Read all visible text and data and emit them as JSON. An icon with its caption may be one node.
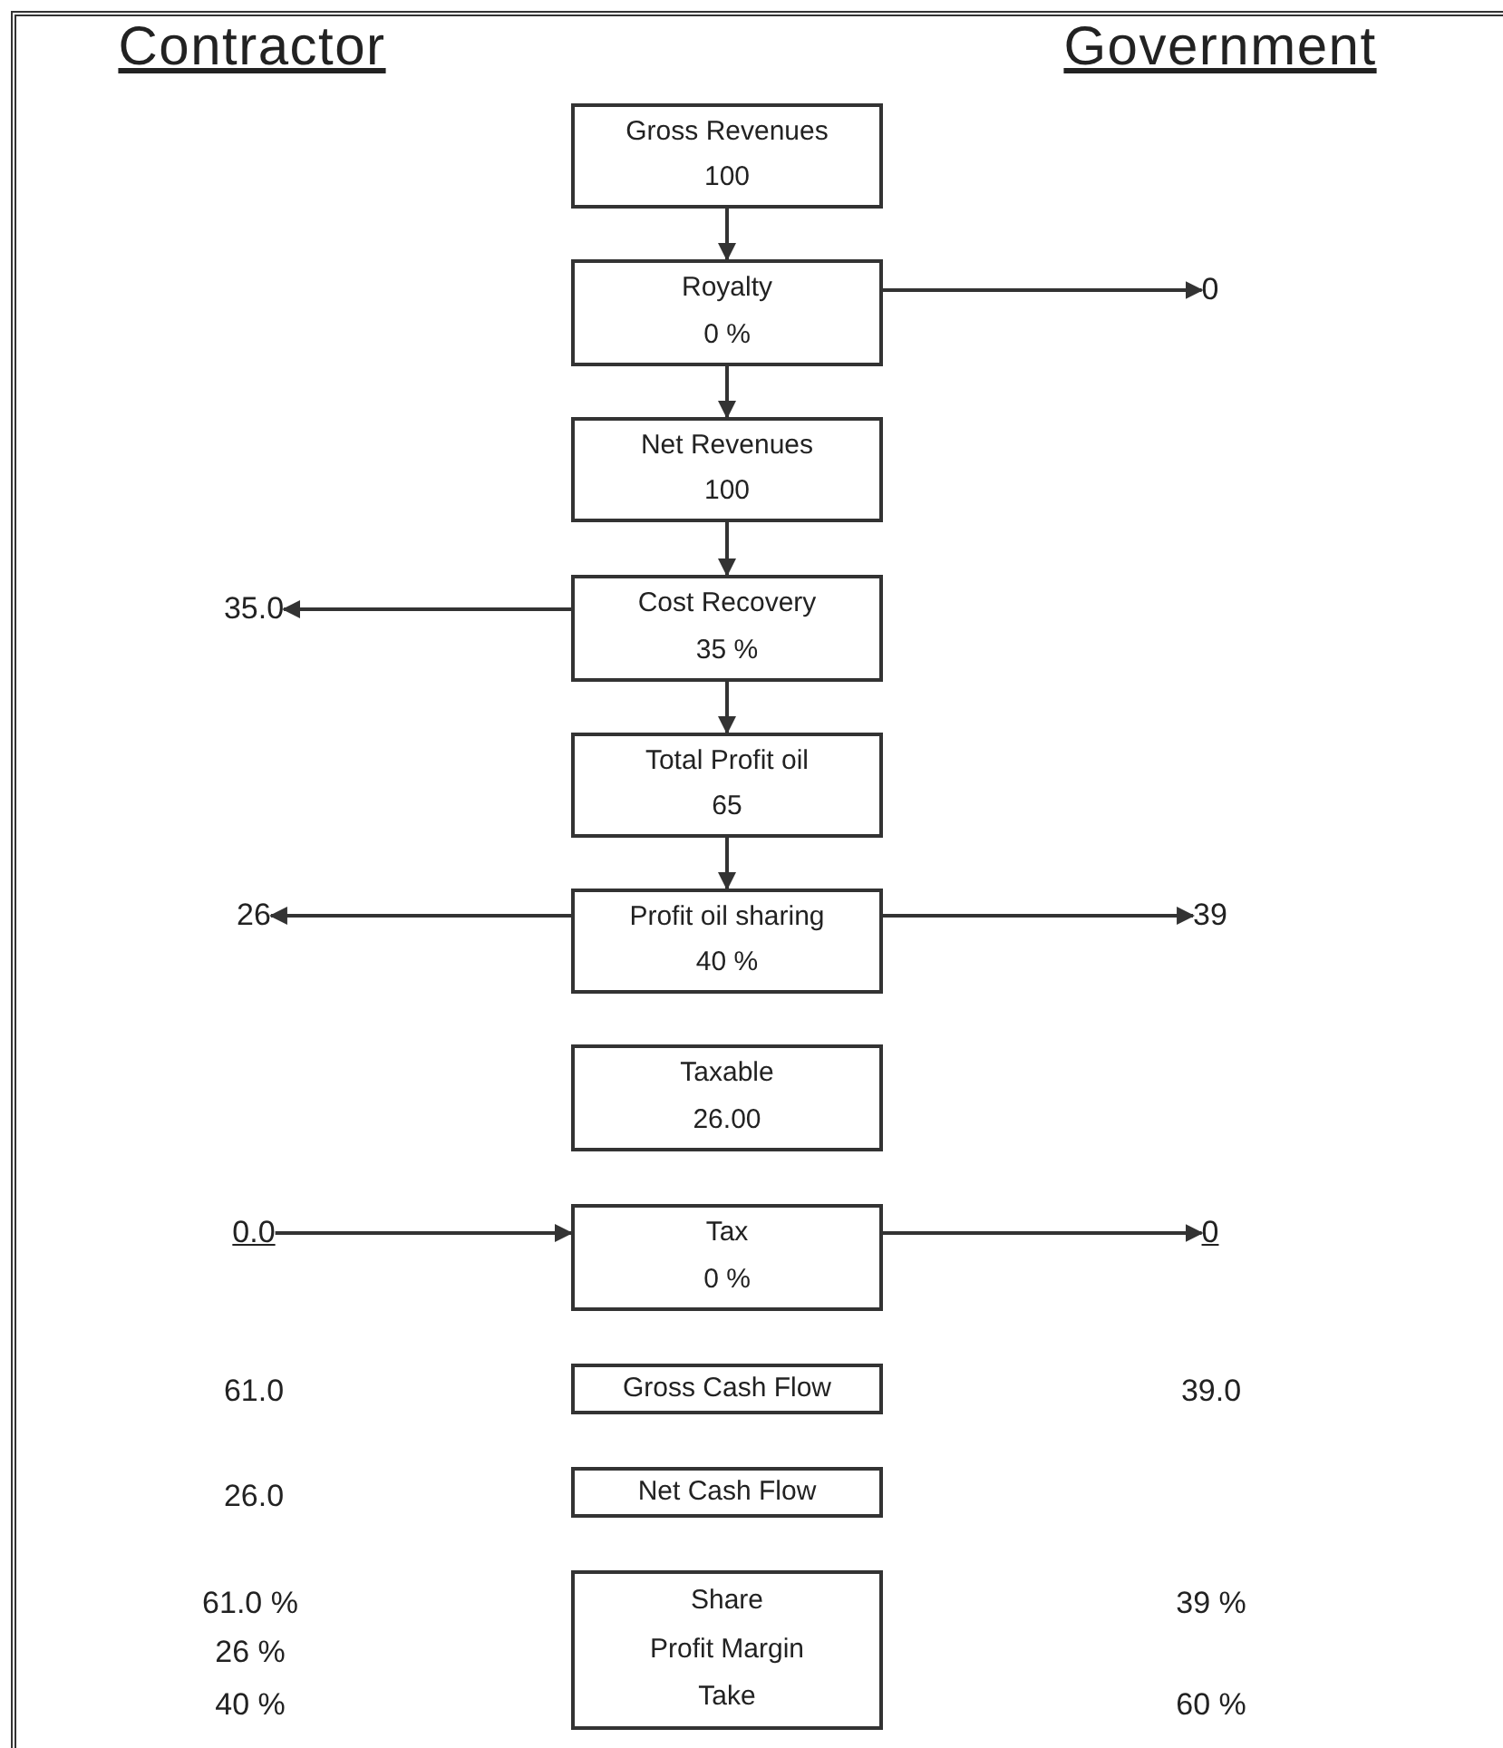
{
  "diagram": {
    "nodes": [
      {
        "text": [
          "Gross Revenues",
          "100"
        ]
      },
      {
        "text": [
          "Royalty",
          "0 %"
        ]
      },
      {
        "text": [
          "Net Revenues",
          "100"
        ]
      },
      {
        "text": [
          "Cost Recovery",
          "35 %"
        ]
      },
      {
        "text": [
          "Total Profit oil",
          "65"
        ]
      },
      {
        "text": [
          "Profit oil sharing",
          "40 %"
        ]
      },
      {
        "text": [
          "Taxable",
          "26.00"
        ]
      },
      {
        "text": [
          "Tax",
          "0 %"
        ]
      },
      {
        "text": [
          "Gross Cash Flow"
        ]
      },
      {
        "text": [
          "Net Cash Flow"
        ]
      },
      {
        "text": [
          "Share",
          "Profit Margin",
          "Take"
        ]
      },
      {
        "text": [
          "0"
        ]
      },
      {
        "text": [
          "35.0"
        ]
      },
      {
        "text": [
          "26"
        ]
      },
      {
        "text": [
          "39"
        ]
      },
      {
        "text": [
          "0.0"
        ]
      },
      {
        "text": [
          "0"
        ]
      }
    ],
    "edges": [
      {
        "from": 0,
        "to": 1,
        "arrow": "to"
      },
      {
        "from": 1,
        "to": 11,
        "arrow": "to"
      },
      {
        "from": 1,
        "to": 2,
        "arrow": "to"
      },
      {
        "from": 2,
        "to": 3,
        "arrow": "to"
      },
      {
        "from": 3,
        "to": 12,
        "arrow": "to"
      },
      {
        "from": 3,
        "to": 4,
        "arrow": "to"
      },
      {
        "from": 4,
        "to": 5,
        "arrow": "to"
      },
      {
        "from": 5,
        "to": 13,
        "arrow": "to"
      },
      {
        "from": 5,
        "to": 14,
        "arrow": "to"
      },
      {
        "from": 15,
        "to": 7,
        "arrow": "to"
      },
      {
        "from": 7,
        "to": 16,
        "arrow": "to"
      }
    ],
    "labels": [
      "Contractor",
      "Government",
      "61.0",
      "39.0",
      "26.0",
      "61.0 %",
      "39 %",
      "26 %",
      "40 %",
      "60 %"
    ]
  }
}
